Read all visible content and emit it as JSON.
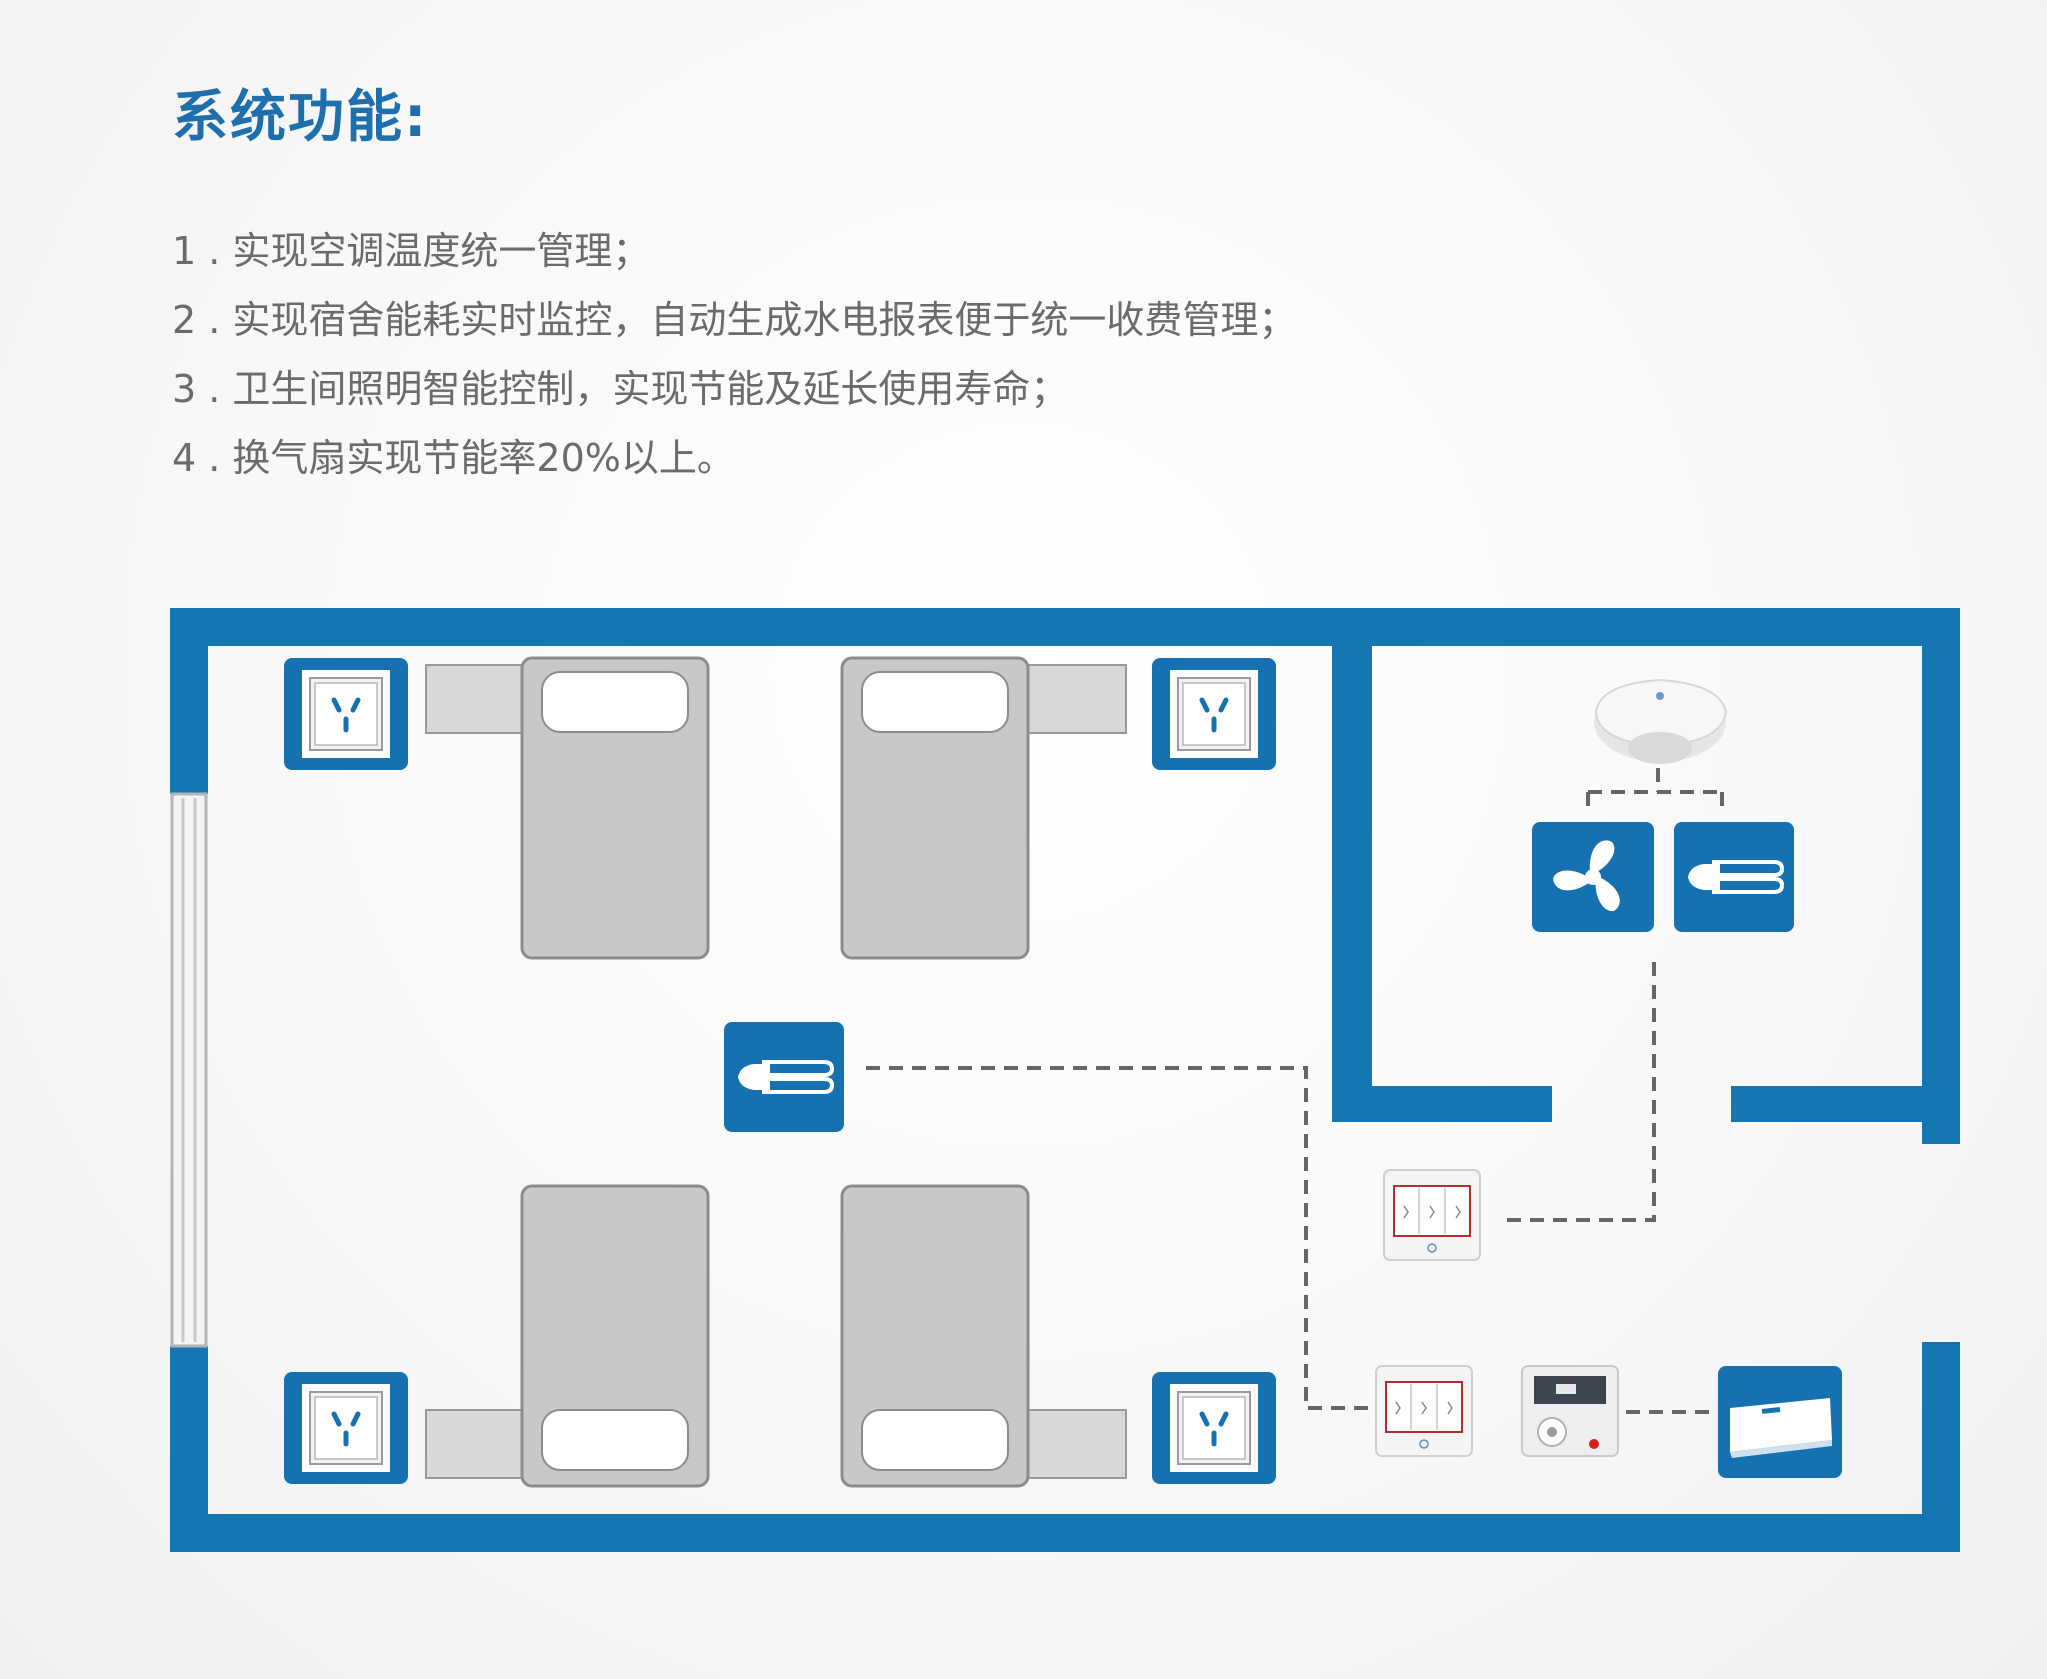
{
  "title": "系统功能:",
  "features": [
    "1 . 实现空调温度统一管理；",
    "2 . 实现宿舍能耗实时监控，自动生成水电报表便于统一收费管理；",
    "3 . 卫生间照明智能控制，实现节能及延长使用寿命；",
    "4 . 换气扇实现节能率20%以上。"
  ],
  "colors": {
    "wall": "#1577b2",
    "tile": "#1671b0",
    "bed": "#c8c8c8",
    "bed_outline": "#8c8c8c",
    "dashed_line": "#666666",
    "text_title": "#1f6fad",
    "text_body": "#6b6b6b"
  },
  "icons": [
    "outlet-icon",
    "bed-icon",
    "ceiling-sensor-icon",
    "fan-icon",
    "lamp-icon",
    "wall-switch-icon",
    "thermostat-icon",
    "air-conditioner-icon"
  ]
}
